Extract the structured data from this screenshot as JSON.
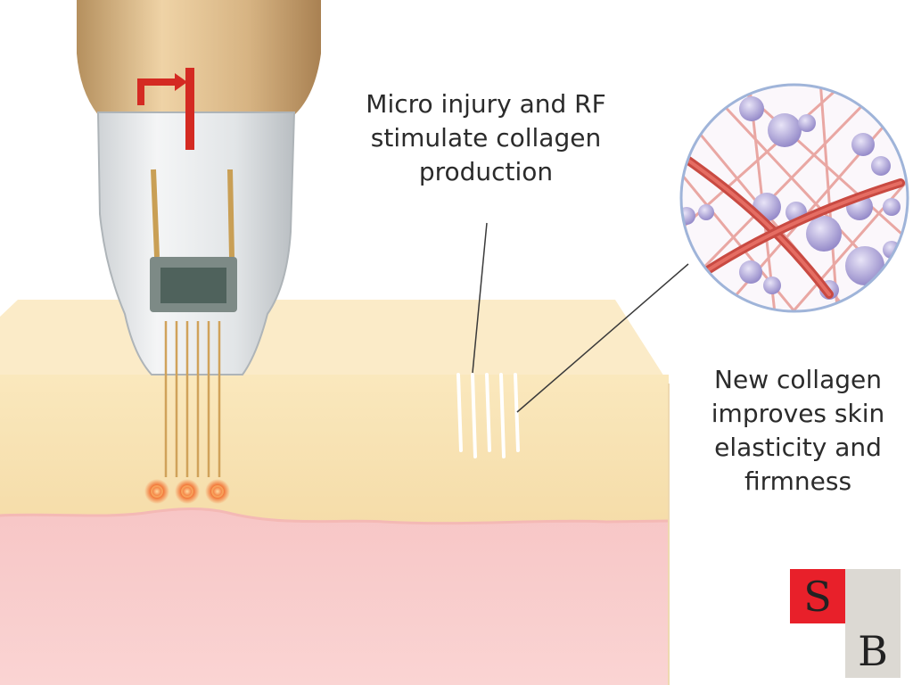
{
  "labels": {
    "stimulation": "Micro injury and RF\nstimulate collagen\nproduction",
    "result": "New collagen\nimproves skin\nelasticity and\nfirmness"
  },
  "logo": {
    "letter_top": "S",
    "letter_bottom": "B"
  },
  "colors": {
    "skin_epidermis": "#f8e3b4",
    "skin_dermis": "#f9cfd1",
    "skin_top_face": "#fbe9c6",
    "handpiece_gold": "#d8b88a",
    "rf_marker": "#d42a22",
    "rf_heat": "#f26a2a",
    "collagen_fiber": "#d9564d",
    "cell_sphere": "#9a8fcf",
    "logo_red": "#e8202a",
    "logo_grey": "#dcd9d3"
  },
  "icons": {
    "device": "microneedle-handpiece-icon",
    "zoom": "collagen-magnified-icon"
  }
}
